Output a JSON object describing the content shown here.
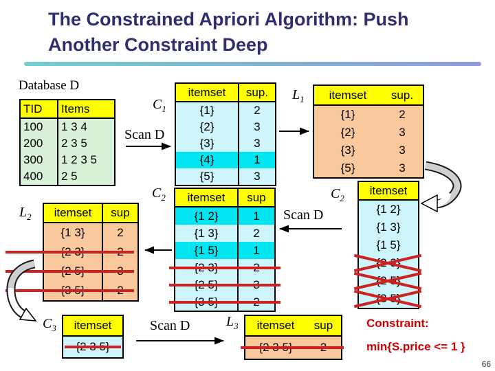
{
  "slide": {
    "title_line1": "The Constrained Apriori Algorithm: Push",
    "title_line2": "Another Constraint Deep",
    "page_number": "66"
  },
  "labels": {
    "database": "Database D",
    "c1": {
      "base": "C",
      "sub": "1"
    },
    "l1": {
      "base": "L",
      "sub": "1"
    },
    "c2_mid": {
      "base": "C",
      "sub": "2"
    },
    "c2_right": {
      "base": "C",
      "sub": "2"
    },
    "l2": {
      "base": "L",
      "sub": "2"
    },
    "c3": {
      "base": "C",
      "sub": "3"
    },
    "l3": {
      "base": "L",
      "sub": "3"
    },
    "scan1": "Scan D",
    "scan2": "Scan D",
    "scan3": "Scan D"
  },
  "constraint": {
    "heading": "Constraint:",
    "formula": "min{S.price <= 1 }"
  },
  "colors": {
    "title_blue": "#2F2F6F",
    "rule_teal": "#72CFCB",
    "rule_purple": "#8F9BD8",
    "header_yellow": "#FFFF00",
    "body_green": "#D9F1D9",
    "body_cyan": "#CDF5FB",
    "highlight_cyan": "#00E5EF",
    "body_peach": "#F9C89C",
    "strike_red": "#CC2222",
    "constraint_red": "#CC0000"
  },
  "tables": {
    "database": {
      "headers": [
        "TID",
        "Items"
      ],
      "rows": [
        {
          "cells": [
            "100",
            "1 3 4"
          ]
        },
        {
          "cells": [
            "200",
            "2 3 5"
          ]
        },
        {
          "cells": [
            "300",
            "1 2 3 5"
          ]
        },
        {
          "cells": [
            "400",
            "2 5"
          ]
        }
      ]
    },
    "c1": {
      "headers": [
        "itemset",
        "sup."
      ],
      "rows": [
        {
          "cells": [
            "{1}",
            "2"
          ]
        },
        {
          "cells": [
            "{2}",
            "3"
          ]
        },
        {
          "cells": [
            "{3}",
            "3"
          ]
        },
        {
          "cells": [
            "{4}",
            "1"
          ],
          "highlight": true
        },
        {
          "cells": [
            "{5}",
            "3"
          ]
        }
      ]
    },
    "l1": {
      "headers": [
        "itemset",
        "sup."
      ],
      "rows": [
        {
          "cells": [
            "{1}",
            "2"
          ]
        },
        {
          "cells": [
            "{2}",
            "3"
          ]
        },
        {
          "cells": [
            "{3}",
            "3"
          ]
        },
        {
          "cells": [
            "{5}",
            "3"
          ]
        }
      ]
    },
    "c2_full": {
      "headers": [
        "itemset",
        "sup"
      ],
      "rows": [
        {
          "cells": [
            "{1 2}",
            "1"
          ],
          "highlight": true
        },
        {
          "cells": [
            "{1 3}",
            "2"
          ]
        },
        {
          "cells": [
            "{1 5}",
            "1"
          ],
          "highlight": true
        },
        {
          "cells": [
            "{2 3}",
            "2"
          ],
          "strike": true
        },
        {
          "cells": [
            "{2 5}",
            "3"
          ],
          "strike": true
        },
        {
          "cells": [
            "{3 5}",
            "2"
          ],
          "strike": true
        }
      ]
    },
    "l2": {
      "headers": [
        "itemset",
        "sup"
      ],
      "rows": [
        {
          "cells": [
            "{1 3}",
            "2"
          ]
        },
        {
          "cells": [
            "{2 3}",
            "2"
          ],
          "strike": true
        },
        {
          "cells": [
            "{2 5}",
            "3"
          ],
          "strike": true
        },
        {
          "cells": [
            "{3 5}",
            "2"
          ],
          "strike": true
        }
      ]
    },
    "c2_pruned": {
      "headers": [
        "itemset"
      ],
      "rows": [
        {
          "cells": [
            "{1 2}"
          ]
        },
        {
          "cells": [
            "{1 3}"
          ]
        },
        {
          "cells": [
            "{1 5}"
          ]
        },
        {
          "cells": [
            "{2 3}"
          ],
          "cross": true
        },
        {
          "cells": [
            "{2 5}"
          ],
          "cross": true
        },
        {
          "cells": [
            "{3 5}"
          ],
          "cross": true
        }
      ]
    },
    "c3": {
      "headers": [
        "itemset"
      ],
      "rows": [
        {
          "cells": [
            "{2 3 5}"
          ],
          "strike": true
        }
      ]
    },
    "l3": {
      "headers": [
        "itemset",
        "sup"
      ],
      "rows": [
        {
          "cells": [
            "{2 3 5}",
            "2"
          ],
          "strike": true
        }
      ]
    }
  }
}
